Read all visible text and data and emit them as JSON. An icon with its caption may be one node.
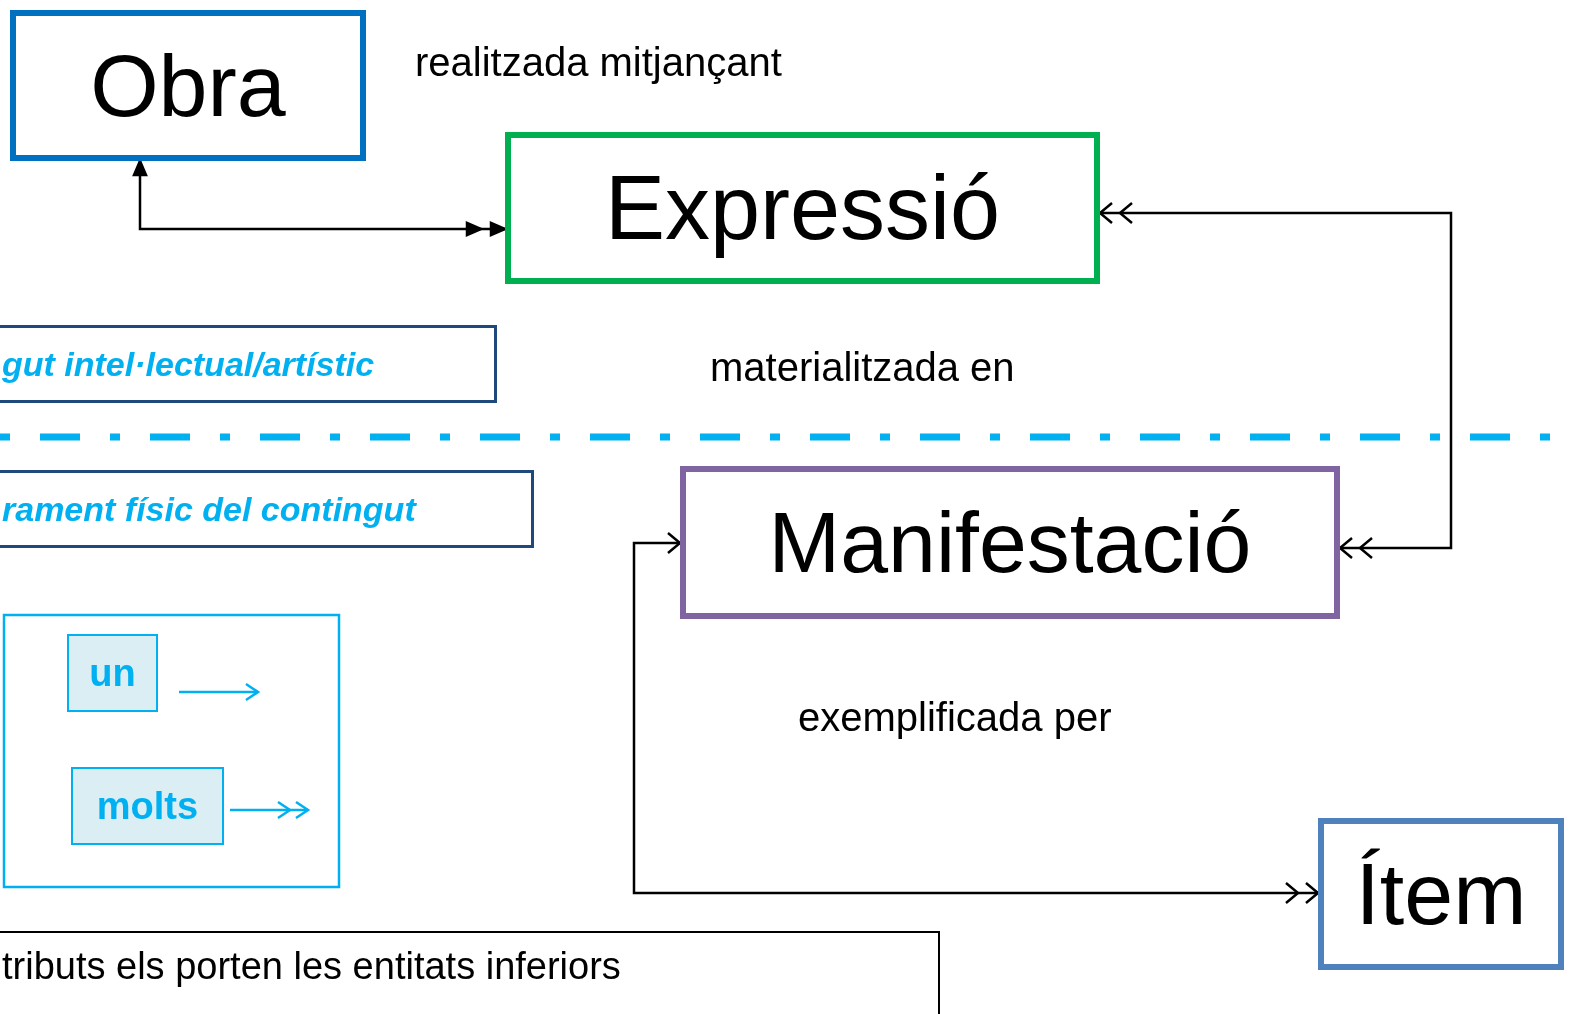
{
  "diagram": {
    "nodes": [
      {
        "text": [
          "Obra"
        ]
      },
      {
        "text": [
          "Expressió"
        ]
      },
      {
        "text": [
          "gut intel·lectual/artístic"
        ]
      },
      {
        "text": [
          "Manifestació"
        ]
      },
      {
        "text": [
          "rament físic del contingut"
        ]
      },
      {
        "text": [
          "Ítem"
        ]
      },
      {
        "text": [
          "tributs els porten les entitats inferiors"
        ]
      }
    ],
    "edges": [
      {
        "from": 0,
        "to": 1,
        "arrow": "both",
        "label": "realitzada mitjançant"
      },
      {
        "from": 1,
        "to": 3,
        "arrow": "both",
        "label": "materialitzada en"
      },
      {
        "from": 3,
        "to": 5,
        "arrow": "both",
        "label": "exemplificada per"
      }
    ],
    "legend": [
      {
        "text": "un"
      },
      {
        "text": "molts"
      }
    ]
  }
}
